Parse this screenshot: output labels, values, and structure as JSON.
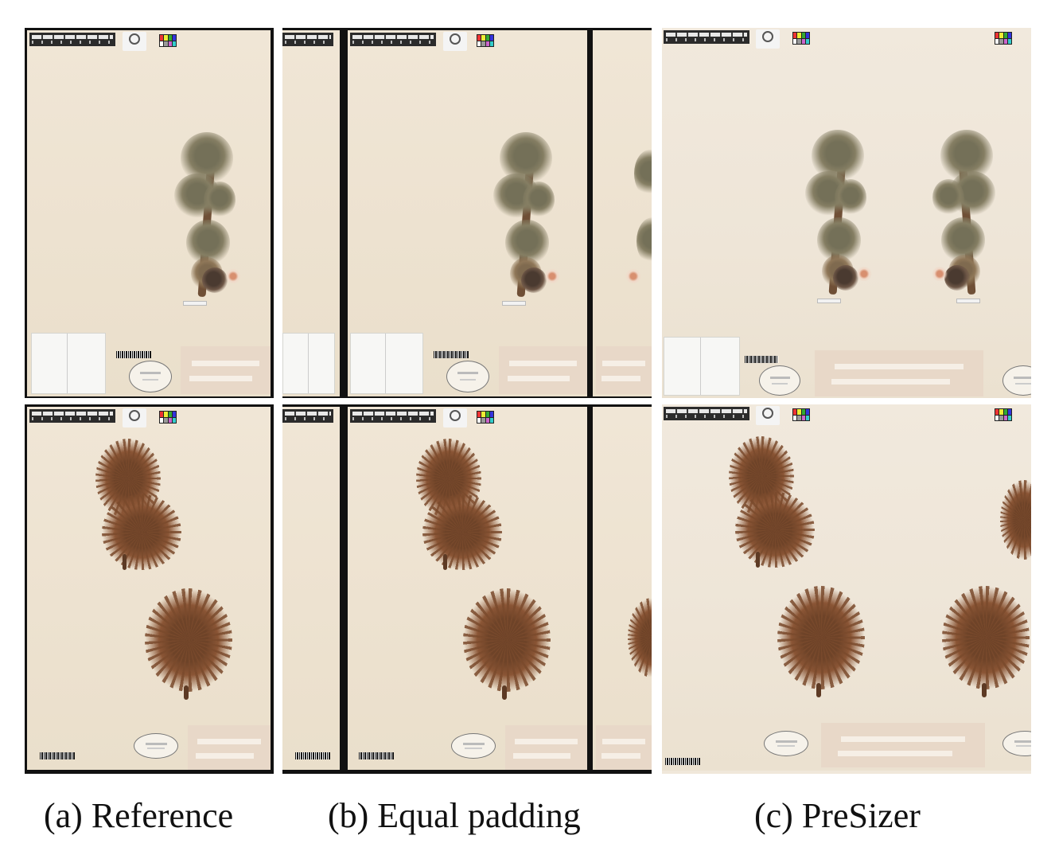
{
  "captions": {
    "a": "(a) Reference",
    "b": "(b) Equal padding",
    "c": "(c) PreSizer"
  },
  "colors": {
    "background": "#ffffff",
    "paper": "#ede2d0",
    "specimen": "#8a5535",
    "border": "#111111"
  },
  "figure": {
    "rows": [
      {
        "specimen": "sprig-with-cone"
      },
      {
        "specimen": "leaf-clusters"
      }
    ],
    "panels": [
      {
        "caption_key": "a"
      },
      {
        "caption_key": "b"
      },
      {
        "caption_key": "c"
      }
    ]
  }
}
